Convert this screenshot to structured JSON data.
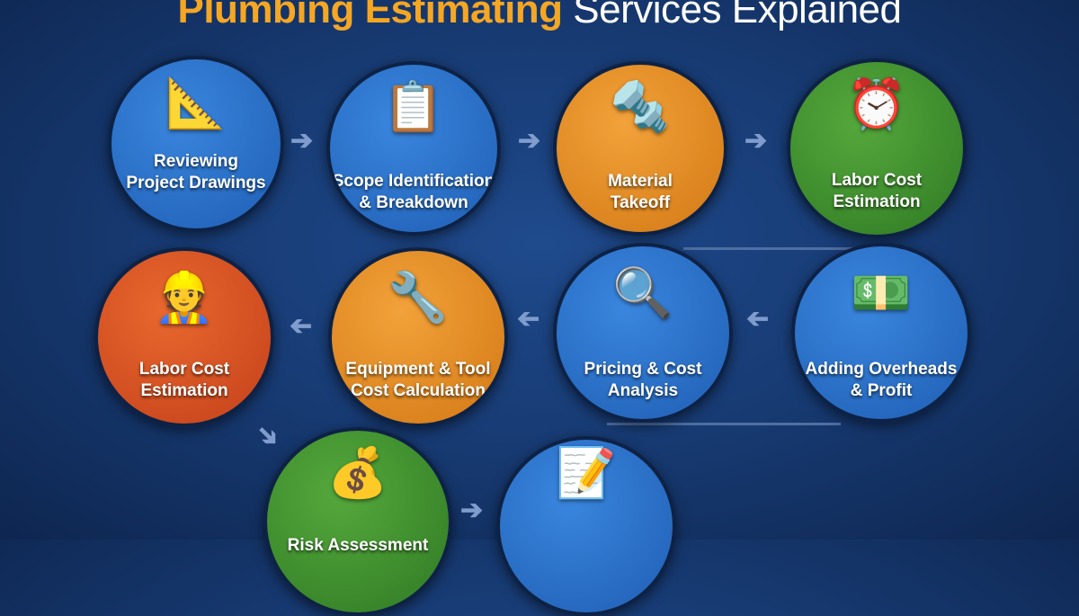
{
  "title": {
    "highlight": "Plumbing Estimating",
    "rest": "Services Explained"
  },
  "colors": {
    "title_accent": "#f5a623",
    "blue": "#2a6bc4",
    "orange": "#e08a1e",
    "red": "#d4501e",
    "green": "#3c8a2e"
  },
  "steps": [
    {
      "label": "Reviewing\nProject Drawings",
      "icon": "blueprint-icon",
      "color": "blue"
    },
    {
      "label": "Scope Identification\n& Breakdown",
      "icon": "clipboard-worker-icon",
      "color": "blue"
    },
    {
      "label": "Material\nTakeoff",
      "icon": "pipes-fittings-icon",
      "color": "orange"
    },
    {
      "label": "Labor Cost\nEstimation",
      "icon": "clock-calculator-icon",
      "color": "green"
    },
    {
      "label": "Labor Cost\nEstimation",
      "icon": "workers-icon",
      "color": "red"
    },
    {
      "label": "Equipment & Tool\nCost Calculation",
      "icon": "tools-icon",
      "color": "orange"
    },
    {
      "label": "Pricing & Cost\nAnalysis",
      "icon": "magnifier-dollar-icon",
      "color": "blue"
    },
    {
      "label": "Adding Overheads\n& Profit",
      "icon": "invoice-money-icon",
      "color": "blue"
    },
    {
      "label": "Risk Assessment",
      "icon": "coins-documents-icon",
      "color": "green"
    },
    {
      "label": "",
      "icon": "signed-document-icon",
      "color": "blue"
    }
  ]
}
